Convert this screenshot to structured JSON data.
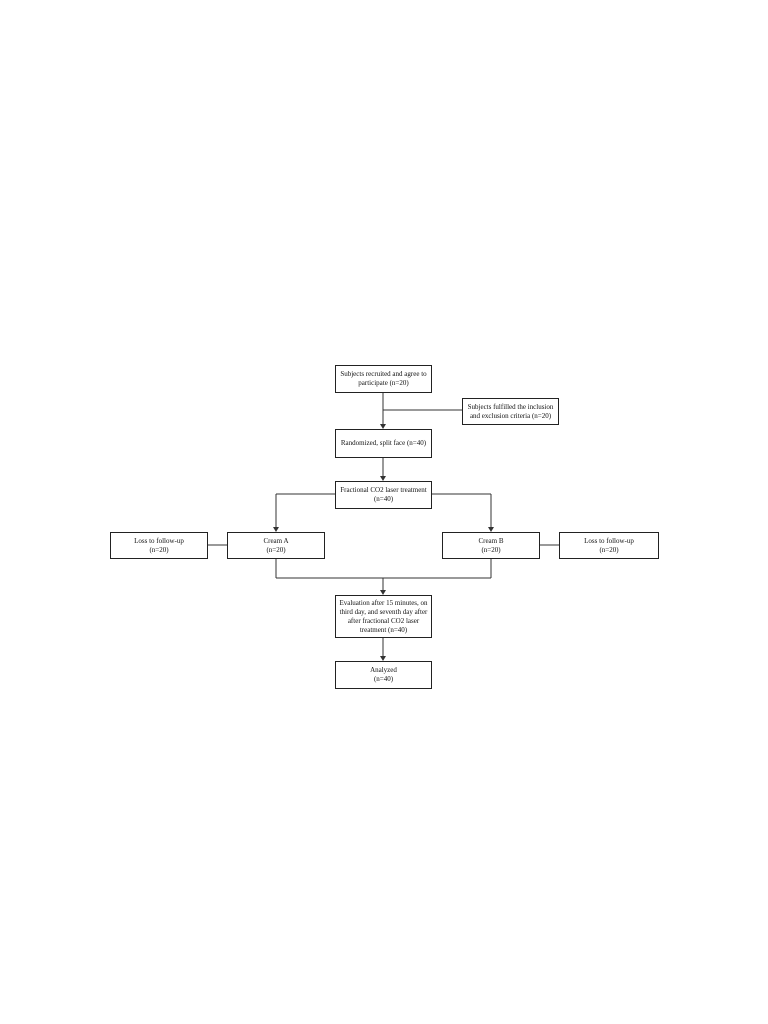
{
  "flowchart": {
    "recruited": {
      "line1": "Subjects recruited and agree to",
      "line2": "participate (n=20)"
    },
    "criteria": {
      "line1": "Subjects fulfilled the inclusion",
      "line2": "and exclusion criteria (n=20)"
    },
    "randomized": {
      "line1": "Randomized, split face (n=40)"
    },
    "laser": {
      "line1": "Fractional CO2 laser treatment",
      "line2": "(n=40)"
    },
    "loss_a": {
      "line1": "Loss to follow-up",
      "line2": "(n=20)"
    },
    "cream_a": {
      "line1": "Cream A",
      "line2": "(n=20)"
    },
    "cream_b": {
      "line1": "Cream B",
      "line2": "(n=20)"
    },
    "loss_b": {
      "line1": "Loss to follow-up",
      "line2": "(n=20)"
    },
    "evaluation": {
      "line1": "Evaluation after 15 minutes, on",
      "line2": "third day, and seventh day after",
      "line3": "after fractional CO2 laser",
      "line4": "treatment (n=40)"
    },
    "analyzed": {
      "line1": "Analyzed",
      "line2": "(n=40)"
    }
  }
}
